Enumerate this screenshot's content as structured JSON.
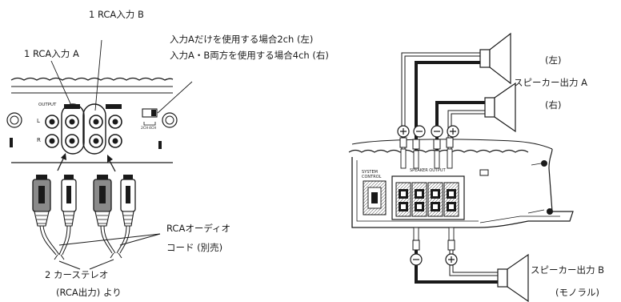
{
  "left_diagram": {
    "rca_input_b": "1 RCA入力 B",
    "rca_input_a": "1 RCA入力 A",
    "mode_line_1": "入力Aだけを使用する場合2ch (左)",
    "mode_line_2": "入力A・B両方を使用する場合4ch (右)",
    "rca_cord_line_1": "RCAオーディオ",
    "rca_cord_line_2": "コード (別売)",
    "source_line_1": "2 カーステレオ",
    "source_line_2": "(RCA出力) より",
    "panel_labels": {
      "output": "OUTPUT",
      "left": "L",
      "right": "R",
      "switch_2ch": "2CH",
      "switch_4ch": "4CH"
    }
  },
  "right_diagram": {
    "left_ch": "(左)",
    "speaker_out_a": "スピーカー出力 A",
    "right_ch": "(右)",
    "speaker_out_b": "スピーカー出力 B",
    "mono": "(モノラル)",
    "panel_labels": {
      "system_control": "SYSTEM CONTROL",
      "speaker_output": "SPEAKER OUTPUT"
    }
  },
  "colors": {
    "line": "#1a1a1a",
    "wire_white": "#ffffff",
    "plug_gray": "#8a8a8a"
  }
}
